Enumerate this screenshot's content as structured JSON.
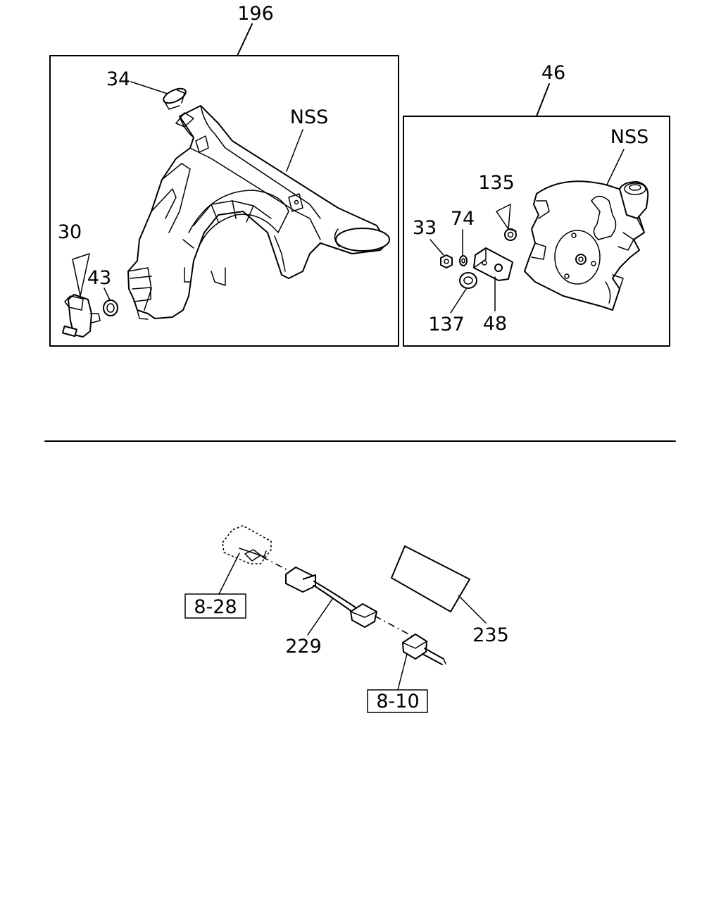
{
  "assemblies": {
    "washer_tank": {
      "label": "196",
      "nss_label": "NSS"
    },
    "motor_bracket": {
      "label": "46",
      "nss_label": "NSS"
    }
  },
  "callouts": {
    "p34": "34",
    "p30": "30",
    "p43": "43",
    "p33": "33",
    "p74": "74",
    "p135": "135",
    "p137": "137",
    "p48": "48",
    "p229": "229",
    "p235": "235"
  },
  "references": {
    "r828": "8-28",
    "r810": "8-10"
  }
}
